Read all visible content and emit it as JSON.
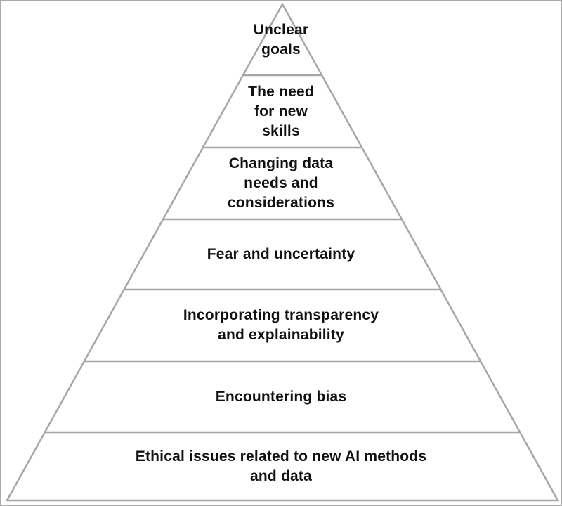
{
  "diagram": {
    "type": "pyramid",
    "line_color": "#a6a6a6",
    "text_color": "#111111",
    "background_color": "#ffffff",
    "levels": [
      {
        "lines": [
          "Unclear",
          "goals"
        ]
      },
      {
        "lines": [
          "The need",
          "for new",
          "skills"
        ]
      },
      {
        "lines": [
          "Changing data",
          "needs and",
          "considerations"
        ]
      },
      {
        "lines": [
          "Fear and uncertainty"
        ]
      },
      {
        "lines": [
          "Incorporating transparency",
          "and explainability"
        ]
      },
      {
        "lines": [
          "Encountering bias"
        ]
      },
      {
        "lines": [
          "Ethical issues related to new AI methods",
          "and data"
        ]
      }
    ]
  }
}
